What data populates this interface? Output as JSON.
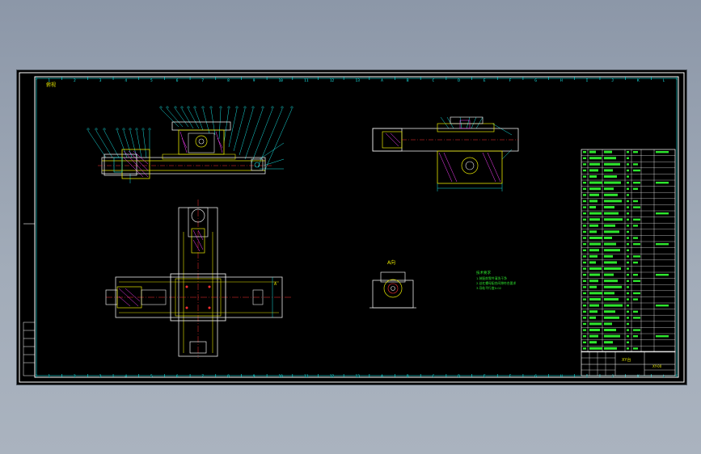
{
  "drawing": {
    "section_label": "俯视",
    "detail_label": "A向",
    "view_mark": "A",
    "top_ruler_left": [
      "1",
      "2",
      "3",
      "4",
      "5",
      "6",
      "7",
      "8",
      "9",
      "10",
      "11",
      "12",
      "13"
    ],
    "top_ruler_right": [
      "A",
      "B",
      "C",
      "D",
      "E",
      "F",
      "G",
      "H",
      "I",
      "J",
      "K",
      "L"
    ],
    "title_block": {
      "name": "XY台",
      "drawing_no": "XY-00"
    },
    "notes_title": "技术要求",
    "notes": [
      "1.装配前零件清洗干净",
      "2.丝杠螺母配合间隙符合要求",
      "3.导轨平行度0.02"
    ],
    "colors": {
      "line_white": "#e8e8e8",
      "line_cyan": "#18e0e0",
      "line_yellow": "#e6e600",
      "line_green": "#2ee62e",
      "line_red": "#ff3030",
      "line_magenta": "#ff40ff",
      "frame": "#ffffff"
    }
  }
}
